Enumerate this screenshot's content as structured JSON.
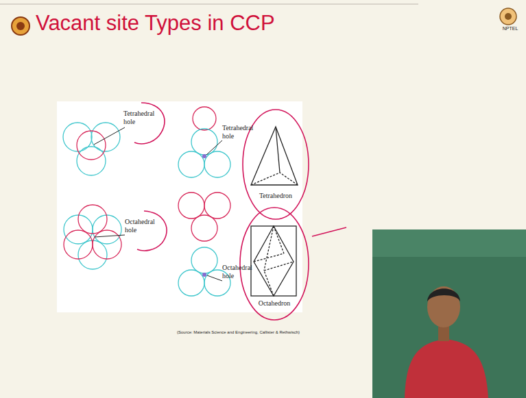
{
  "diagram": {
    "title": "Vacant site Types in CCP",
    "labels": [
      "Tetrahedral hole",
      "Tetrahedral hole",
      "Tetrahedron",
      "Octahedral hole",
      "Octahedral hole",
      "Octahedron",
      "(Source: Materials Science and Engineering, Callister & Rethwisch)",
      "NPTEL"
    ]
  }
}
